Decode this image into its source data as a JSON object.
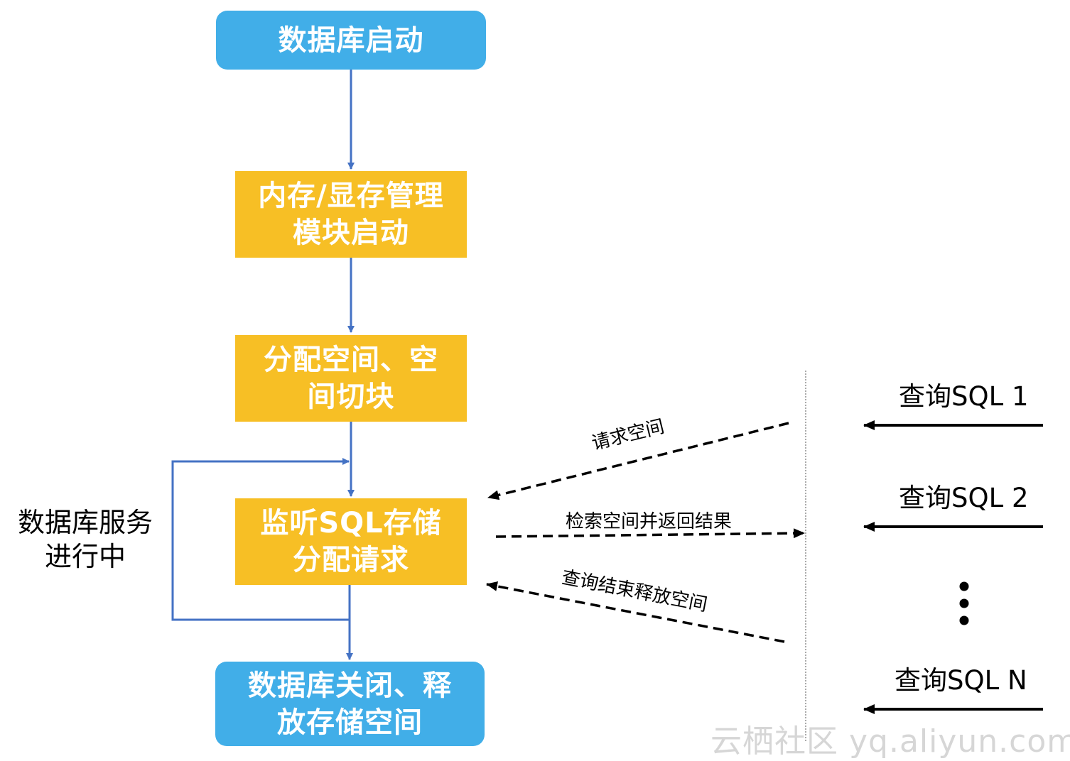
{
  "colors": {
    "blue_box": "#41aee8",
    "yellow_box": "#f7bf25",
    "flow_arrow": "#4472c4",
    "dashed_arrow": "#000000",
    "watermark": "#d6d6d6"
  },
  "nodes": {
    "db_start": {
      "lines": [
        "数据库启动"
      ]
    },
    "mem_init": {
      "lines": [
        "内存/显存管理",
        "模块启动"
      ]
    },
    "alloc": {
      "lines": [
        "分配空间、空",
        "间切块"
      ]
    },
    "listen": {
      "lines": [
        "监听SQL存储",
        "分配请求"
      ]
    },
    "shutdown": {
      "lines": [
        "数据库关闭、释",
        "放存储空间"
      ]
    }
  },
  "loop_label": {
    "lines": [
      "数据库服务",
      "进行中"
    ]
  },
  "queries": [
    "查询SQL 1",
    "查询SQL 2",
    "查询SQL N"
  ],
  "ellipsis_icon": "vertical-ellipsis-icon",
  "edges": {
    "request": "请求空间",
    "retrieve": "检索空间并返回结果",
    "release": "查询结束释放空间"
  },
  "watermark": "云栖社区 yq.aliyun.com"
}
